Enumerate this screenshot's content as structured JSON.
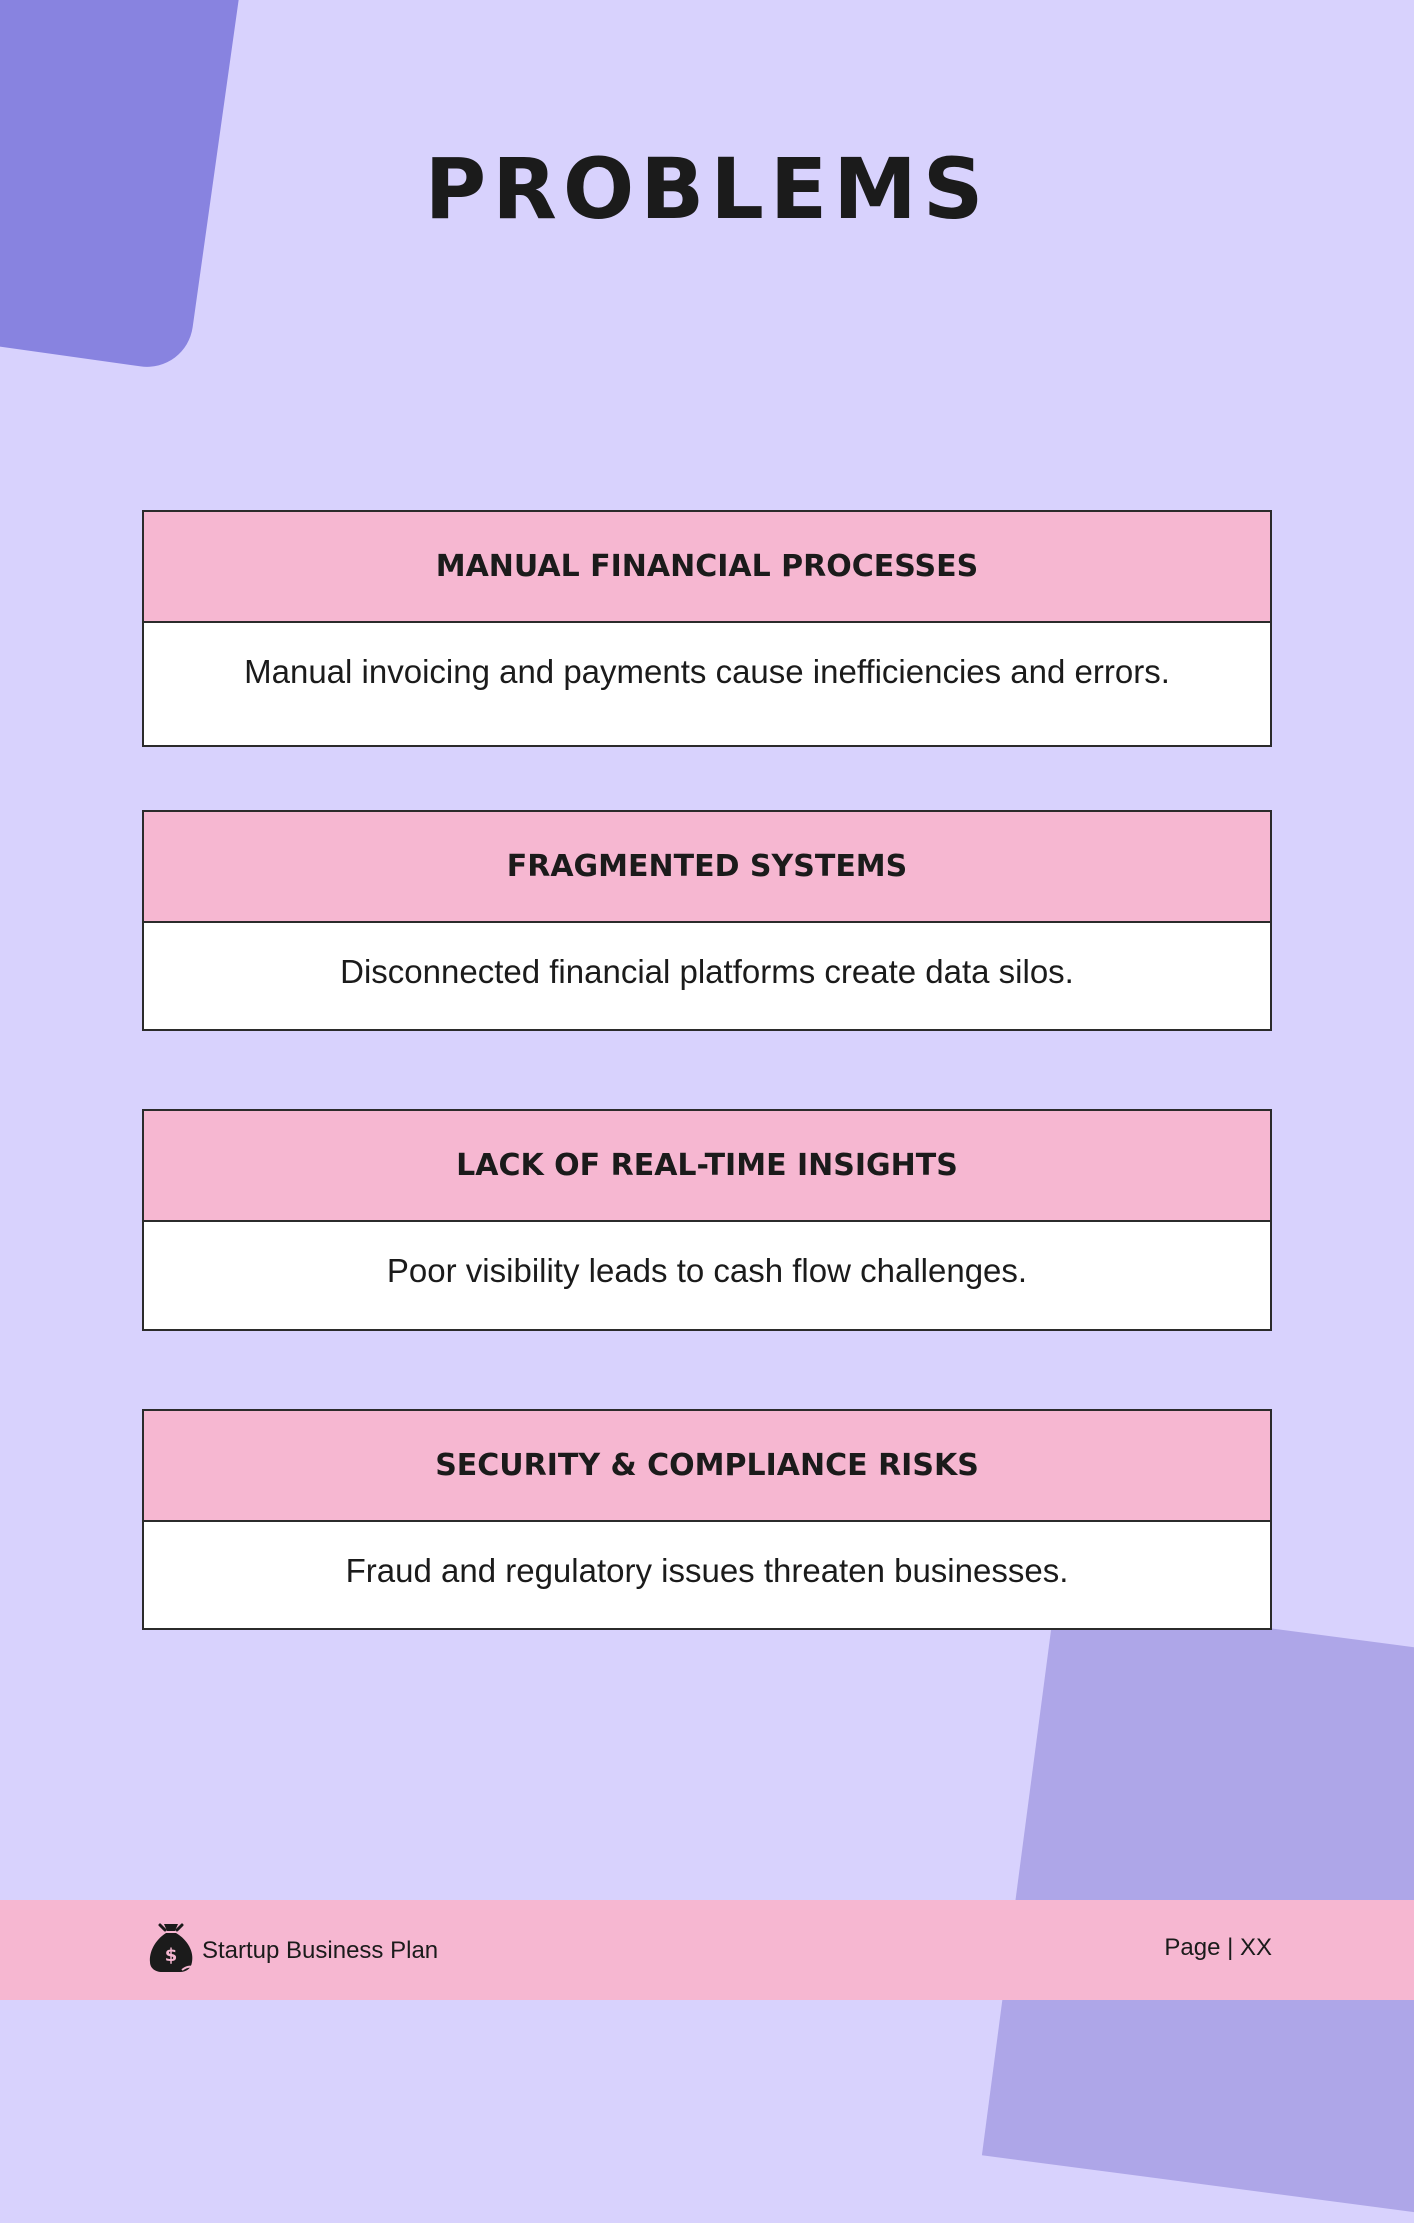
{
  "page": {
    "title": "PROBLEMS",
    "colors": {
      "background": "#d8d2fd",
      "accent_shape_top": "#8883e0",
      "accent_shape_bottom": "#aea6e8",
      "card_header": "#f6b7d1",
      "card_body": "#ffffff",
      "border": "#2b2b2b",
      "footer": "#f6b7d1",
      "text": "#1b1b1b"
    }
  },
  "problems": [
    {
      "heading": "MANUAL FINANCIAL PROCESSES",
      "description": "Manual invoicing and payments cause inefficiencies and errors."
    },
    {
      "heading": "FRAGMENTED SYSTEMS",
      "description": "Disconnected financial platforms create data silos."
    },
    {
      "heading": "LACK OF REAL-TIME INSIGHTS",
      "description": "Poor visibility leads to cash flow challenges."
    },
    {
      "heading": "SECURITY & COMPLIANCE RISKS",
      "description": "Fraud and regulatory issues threaten businesses."
    }
  ],
  "footer": {
    "icon": "money-bag-icon",
    "label": "Startup Business Plan",
    "page_label": "Page | XX"
  }
}
